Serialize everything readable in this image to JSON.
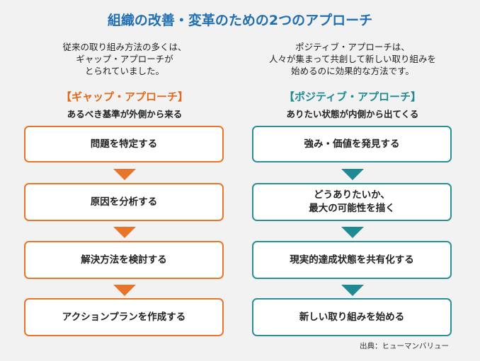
{
  "title": "組織の改善・変革のための2つのアプローチ",
  "left": {
    "intro": [
      "従来の取り組み方法の多くは、",
      "ギャップ・アプローチが",
      "とられていました。"
    ],
    "heading": "【ギャップ・アプローチ】",
    "subheading": "あるべき基準が外側から来る",
    "steps": [
      [
        "問題を特定する"
      ],
      [
        "原因を分析する"
      ],
      [
        "解決方法を検討する"
      ],
      [
        "アクションプランを作成する"
      ]
    ],
    "accent": "#e8752a"
  },
  "right": {
    "intro": [
      "ポジティブ・アプローチは、",
      "人々が集まって共創して新しい取り組みを",
      "始めるのに効果的な方法です。"
    ],
    "heading": "【ポジティブ・アプローチ】",
    "subheading": "ありたい状態が内側から出てくる",
    "steps": [
      [
        "強み・価値を発見する"
      ],
      [
        "どうありたいか、",
        "最大の可能性を描く"
      ],
      [
        "現実的達成状態を共有化する"
      ],
      [
        "新しい取り組みを始める"
      ]
    ],
    "accent": "#2a8f96"
  },
  "source": "出典：ヒューマンバリュー"
}
